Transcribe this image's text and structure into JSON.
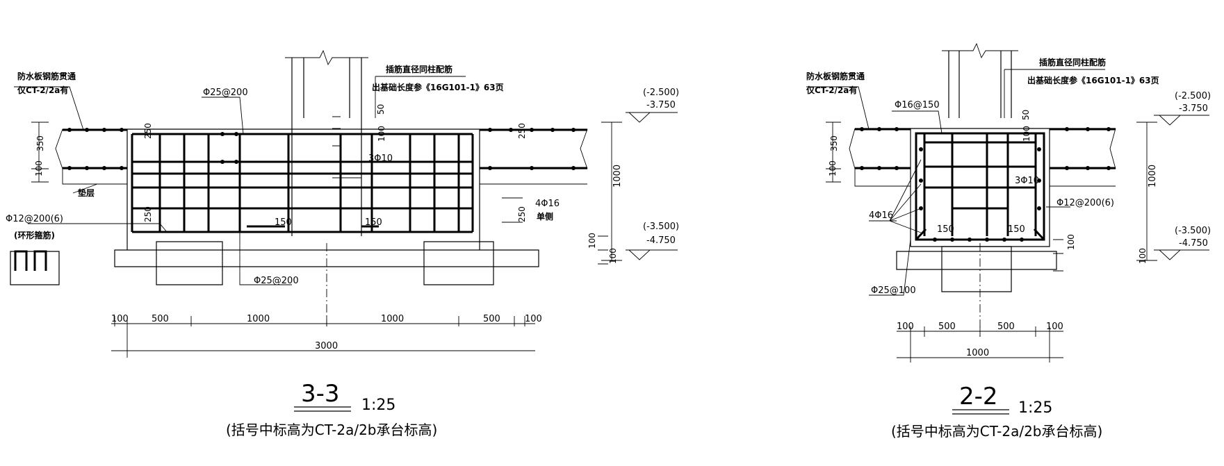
{
  "section_a": {
    "label_waterproof_line1": "防水板钢筋贯通",
    "label_waterproof_line2": "仅CT-2/2a有",
    "label_insert_rebar": "插筋直径同柱配筋",
    "label_anchor_length": "出基础长度参《16G101-1》63页",
    "rebar_top": "Φ25@200",
    "rebar_bottom": "Φ25@200",
    "rebar_stirrup": "3Φ10",
    "rebar_side": "4Φ16",
    "rebar_side_note": "单侧",
    "rebar_ring": "Φ12@200(6)",
    "rebar_ring_note": "(环形箍筋)",
    "label_cushion": "垫层",
    "elev_top_bracket": "(-2.500)",
    "elev_top": "-3.750",
    "elev_bot_bracket": "(-3.500)",
    "elev_bot": "-4.750",
    "dim_350": "350",
    "dim_100": "100",
    "dim_250": "250",
    "dim_50": "50",
    "dim_150": "150",
    "dim_1000": "1000",
    "dim_500": "500",
    "dim_3000": "3000",
    "title": "3-3",
    "scale": "1:25",
    "note": "(括号中标高为CT-2a/2b承台标高)"
  },
  "section_b": {
    "label_waterproof_line1": "防水板钢筋贯通",
    "label_waterproof_line2": "仅CT-2/2a有",
    "label_insert_rebar": "插筋直径同柱配筋",
    "label_anchor_length": "出基础长度参《16G101-1》63页",
    "rebar_top": "Φ16@150",
    "rebar_bottom": "Φ25@100",
    "rebar_stirrup": "3Φ10",
    "rebar_side": "4Φ16",
    "rebar_ring": "Φ12@200(6)",
    "elev_top_bracket": "(-2.500)",
    "elev_top": "-3.750",
    "elev_bot_bracket": "(-3.500)",
    "elev_bot": "-4.750",
    "dim_350": "350",
    "dim_100": "100",
    "dim_50": "50",
    "dim_150": "150",
    "dim_1000": "1000",
    "dim_500": "500",
    "title": "2-2",
    "scale": "1:25",
    "note": "(括号中标高为CT-2a/2b承台标高)"
  }
}
